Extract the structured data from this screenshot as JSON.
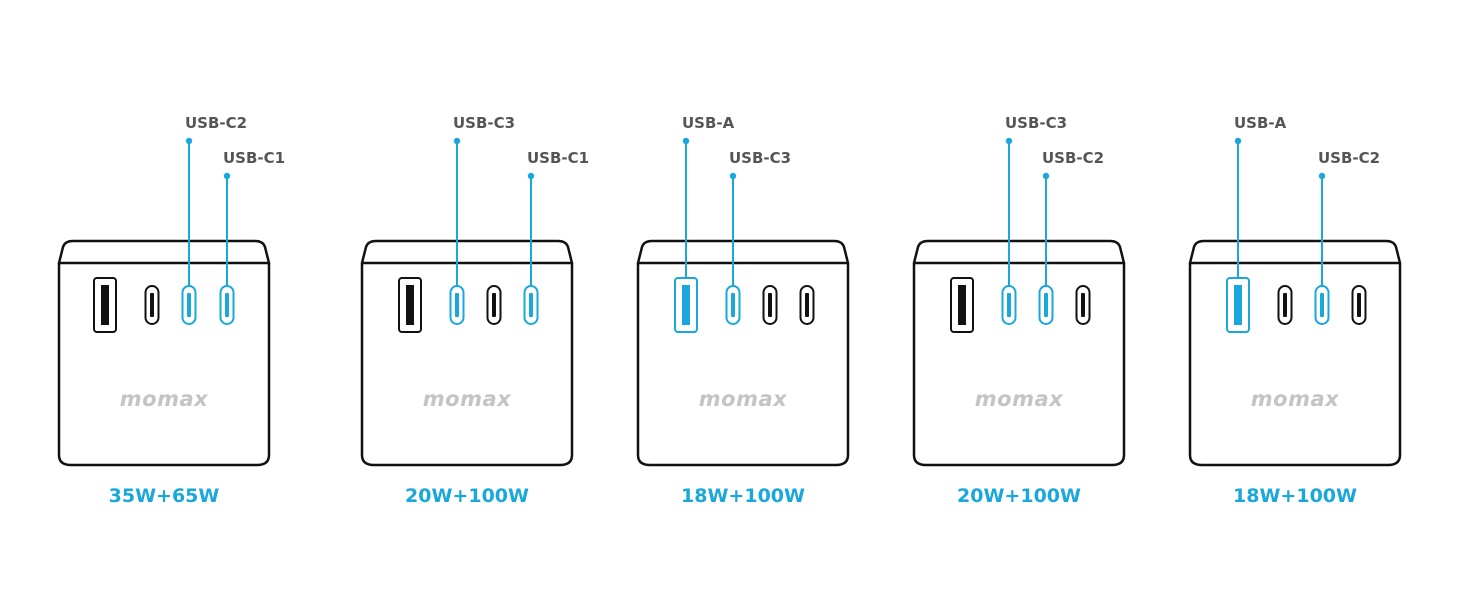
{
  "accent_color": "#1aa7db",
  "outline_color": "#111111",
  "label_color": "#555555",
  "brand_color": "#c4c4c4",
  "chargers": [
    {
      "brand": "momax",
      "wattage": "35W+65W",
      "ports": [
        {
          "type": "usb-a",
          "active": false
        },
        {
          "type": "usb-c",
          "active": false
        },
        {
          "type": "usb-c",
          "active": true
        },
        {
          "type": "usb-c",
          "active": true
        }
      ],
      "callouts": [
        {
          "port_index": 2,
          "label": "USB-C2",
          "level": "high"
        },
        {
          "port_index": 3,
          "label": "USB-C1",
          "level": "low"
        }
      ]
    },
    {
      "brand": "momax",
      "wattage": "20W+100W",
      "ports": [
        {
          "type": "usb-a",
          "active": false
        },
        {
          "type": "usb-c",
          "active": true
        },
        {
          "type": "usb-c",
          "active": false
        },
        {
          "type": "usb-c",
          "active": true
        }
      ],
      "callouts": [
        {
          "port_index": 1,
          "label": "USB-C3",
          "level": "high"
        },
        {
          "port_index": 3,
          "label": "USB-C1",
          "level": "low"
        }
      ]
    },
    {
      "brand": "momax",
      "wattage": "18W+100W",
      "ports": [
        {
          "type": "usb-a",
          "active": true
        },
        {
          "type": "usb-c",
          "active": true
        },
        {
          "type": "usb-c",
          "active": false
        },
        {
          "type": "usb-c",
          "active": false
        }
      ],
      "callouts": [
        {
          "port_index": 0,
          "label": "USB-A",
          "level": "high"
        },
        {
          "port_index": 1,
          "label": "USB-C3",
          "level": "low"
        }
      ]
    },
    {
      "brand": "momax",
      "wattage": "20W+100W",
      "ports": [
        {
          "type": "usb-a",
          "active": false
        },
        {
          "type": "usb-c",
          "active": true
        },
        {
          "type": "usb-c",
          "active": true
        },
        {
          "type": "usb-c",
          "active": false
        }
      ],
      "callouts": [
        {
          "port_index": 1,
          "label": "USB-C3",
          "level": "high"
        },
        {
          "port_index": 2,
          "label": "USB-C2",
          "level": "low"
        }
      ]
    },
    {
      "brand": "momax",
      "wattage": "18W+100W",
      "ports": [
        {
          "type": "usb-a",
          "active": true
        },
        {
          "type": "usb-c",
          "active": false
        },
        {
          "type": "usb-c",
          "active": true
        },
        {
          "type": "usb-c",
          "active": false
        }
      ],
      "callouts": [
        {
          "port_index": 0,
          "label": "USB-A",
          "level": "high"
        },
        {
          "port_index": 2,
          "label": "USB-C2",
          "level": "low"
        }
      ]
    }
  ]
}
